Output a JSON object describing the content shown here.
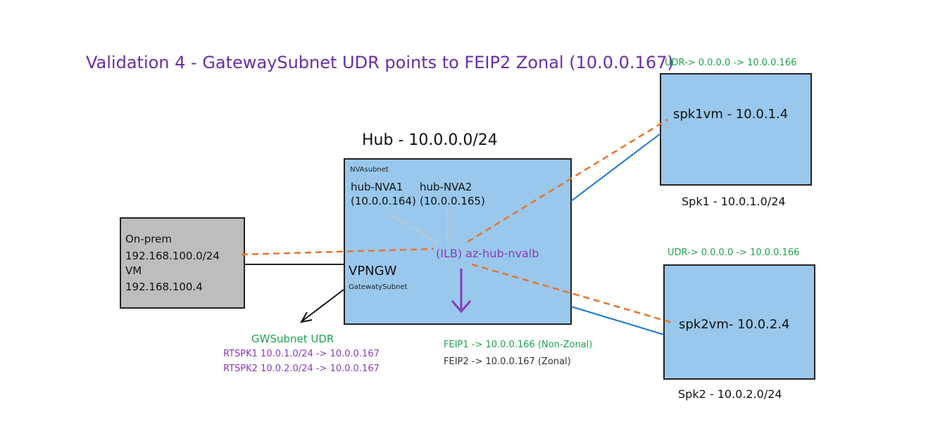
{
  "title": "Validation 4 - GatewaySubnet UDR points to FEIP2 Zonal (10.0.0.167)",
  "colors": {
    "title": "#6a2ea5",
    "green": "#1ea14e",
    "purple": "#8a3ab9",
    "box_blue": "#99c8ec",
    "box_gray": "#bdbdbd",
    "dash_orange": "#e8732a",
    "line_blue": "#1976d2",
    "ghost_gray": "#c9c9c9"
  },
  "hub": {
    "label": "Hub - 10.0.0.0/24",
    "subnet_label": "NVAsubnet",
    "nva1_name": "hub-NVA1",
    "nva1_ip": "(10.0.0.164)",
    "nva2_name": "hub-NVA2",
    "nva2_ip": "(10.0.0.165)",
    "ilb_label": "(ILB) az-hub-nvalb",
    "vpngw_label": "VPNGW",
    "gw_subnet_label": "GatewatySubnet"
  },
  "onprem": {
    "line1": "On-prem",
    "line2": "192.168.100.0/24",
    "line3": "VM",
    "line4": "192.168.100.4"
  },
  "spk1": {
    "udr": "UDR-> 0.0.0.0 -> 10.0.0.166",
    "vm": "spk1vm - 10.0.1.4",
    "label": "Spk1 - 10.0.1.0/24"
  },
  "spk2": {
    "udr": "UDR-> 0.0.0.0 -> 10.0.0.166",
    "vm": "spk2vm- 10.0.2.4",
    "label": "Spk2 - 10.0.2.0/24"
  },
  "gwsubnet_udr": {
    "title": "GWSubnet UDR",
    "route1": "RTSPK1 10.0.1.0/24 -> 10.0.0.167",
    "route2": "RTSPK2 10.0.2.0/24 -> 10.0.0.167"
  },
  "feip": {
    "feip1": "FEIP1 -> 10.0.0.166 (Non-Zonal)",
    "feip2": "FEIP2 -> 10.0.0.167 (Zonal)"
  }
}
